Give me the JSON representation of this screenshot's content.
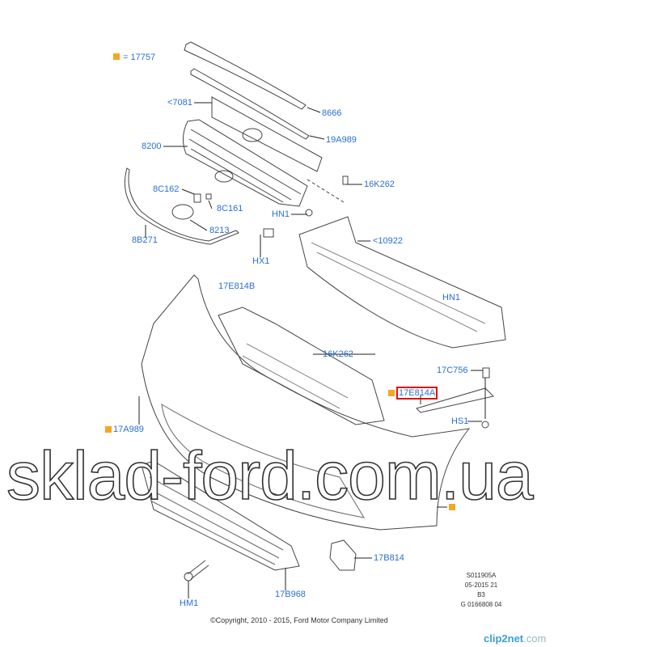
{
  "legend": {
    "symbol_color": "#f5a623",
    "text": "= 17757"
  },
  "callouts": {
    "c7081": "<7081",
    "c8666": "8666",
    "c19a989": "19A989",
    "c8200": "8200",
    "c16k262_top": "16K262",
    "c8c162": "8C162",
    "c8c161": "8C161",
    "chn1_top": "HN1",
    "c8213": "8213",
    "c10922": "<10922",
    "c8b271": "8B271",
    "chx1": "HX1",
    "c17e814b": "17E814B",
    "chn1_right": "HN1",
    "c16k262_mid": "16K262",
    "c17c756": "17C756",
    "c17e814a": "17E814A",
    "c17a989": "17A989",
    "chs1": "HS1",
    "c17b814": "17B814",
    "chm1": "HM1",
    "c17b968": "17B968"
  },
  "highlight_color": "#e01010",
  "reference": {
    "line1": "S011905A",
    "line2": "05-2015 21",
    "line3": "B3",
    "line4": "G 0166808 04"
  },
  "copyright": "©Copyright, 2010 - 2015, Ford Motor Company Limited",
  "watermark": "sklad-ford.com.ua",
  "clip2net": {
    "brand": "clip2net",
    "suffix": ".com"
  }
}
